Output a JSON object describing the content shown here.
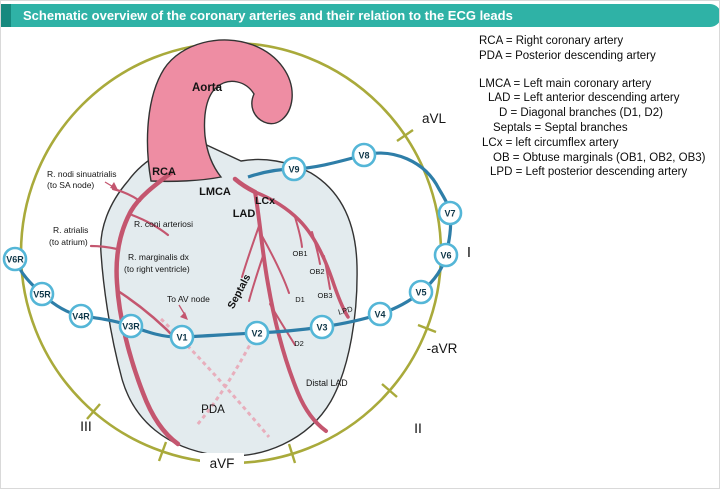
{
  "header": {
    "title": "Schematic overview of the coronary arteries and their relation to the ECG leads"
  },
  "legend": {
    "items": [
      "RCA = Right coronary artery",
      "PDA = Posterior descending artery",
      "LMCA = Left main coronary artery",
      "LAD = Left anterior descending artery",
      "D = Diagonal branches (D1, D2)",
      "Septals = Septal branches",
      "LCx = left circumflex artery",
      "OB = Obtuse marginals (OB1, OB2, OB3)",
      "LPD = Left posterior descending artery"
    ]
  },
  "anatomy": {
    "aorta": "Aorta",
    "rca": "RCA",
    "lmca": "LMCA",
    "lad": "LAD",
    "lcx": "LCx",
    "r_nodi_line1": "R. nodi sinuatrialis",
    "r_nodi_line2": "(to SA node)",
    "r_coni": "R. coni arteriosi",
    "r_atrialis_line1": "R. atrialis",
    "r_atrialis_line2": "(to atrium)",
    "r_marginalis_line1": "R. marginalis dx",
    "r_marginalis_line2": "(to right ventricle)",
    "to_av_node": "To AV node",
    "septals": "Septals",
    "ob1": "OB1",
    "ob2": "OB2",
    "ob3": "OB3",
    "d1": "D1",
    "d2": "D2",
    "lpd": "LPD",
    "distal_lad": "Distal LAD",
    "pda": "PDA"
  },
  "ecg": {
    "v_leads": [
      "V6R",
      "V5R",
      "V4R",
      "V3R",
      "V1",
      "V2",
      "V3",
      "V4",
      "V5",
      "V6",
      "V7",
      "V8",
      "V9"
    ],
    "limb_leads": [
      "aVL",
      "I",
      "-aVR",
      "II",
      "aVF",
      "III"
    ]
  },
  "colors": {
    "header_teal": "#2fb2a6",
    "header_dark": "#17897e",
    "olive": "#a9aa3b",
    "curve_blue": "#2e7ea8",
    "lead_ring": "#54b6d7",
    "lead_text": "#0e3648",
    "artery": "#c4566f",
    "artery_light": "#e8aebc",
    "aorta_fill": "#ee8da3",
    "heart_fill": "#e3ebee"
  }
}
